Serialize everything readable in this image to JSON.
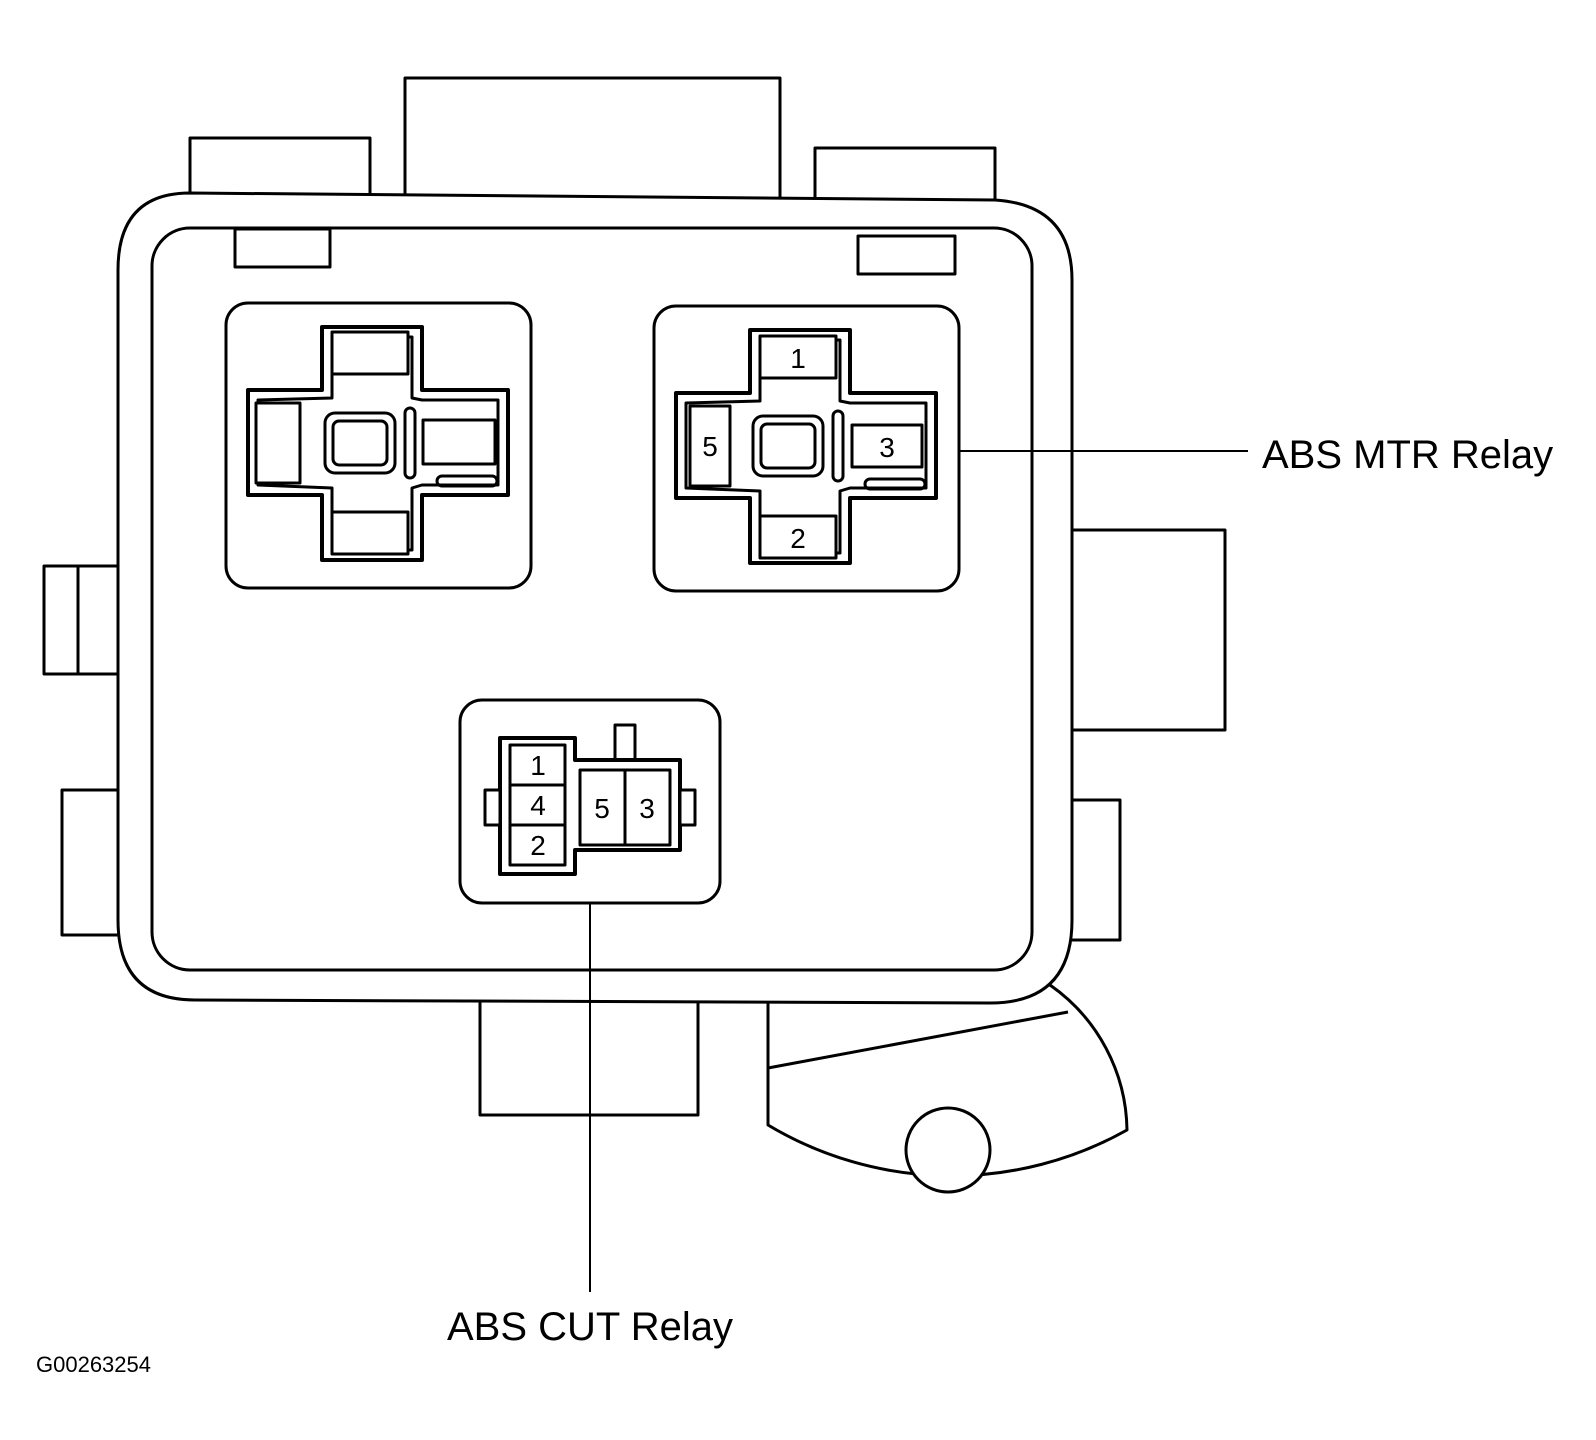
{
  "labels": {
    "mtr_relay": "ABS MTR Relay",
    "cut_relay": "ABS CUT Relay",
    "figure_code": "G00263254"
  },
  "mtr_relay_pins": {
    "top": "1",
    "left": "5",
    "right": "3",
    "bottom": "2"
  },
  "cut_relay_pins": {
    "col1_top": "1",
    "col1_mid": "4",
    "col1_bot": "2",
    "col2_left": "5",
    "col2_right": "3"
  }
}
